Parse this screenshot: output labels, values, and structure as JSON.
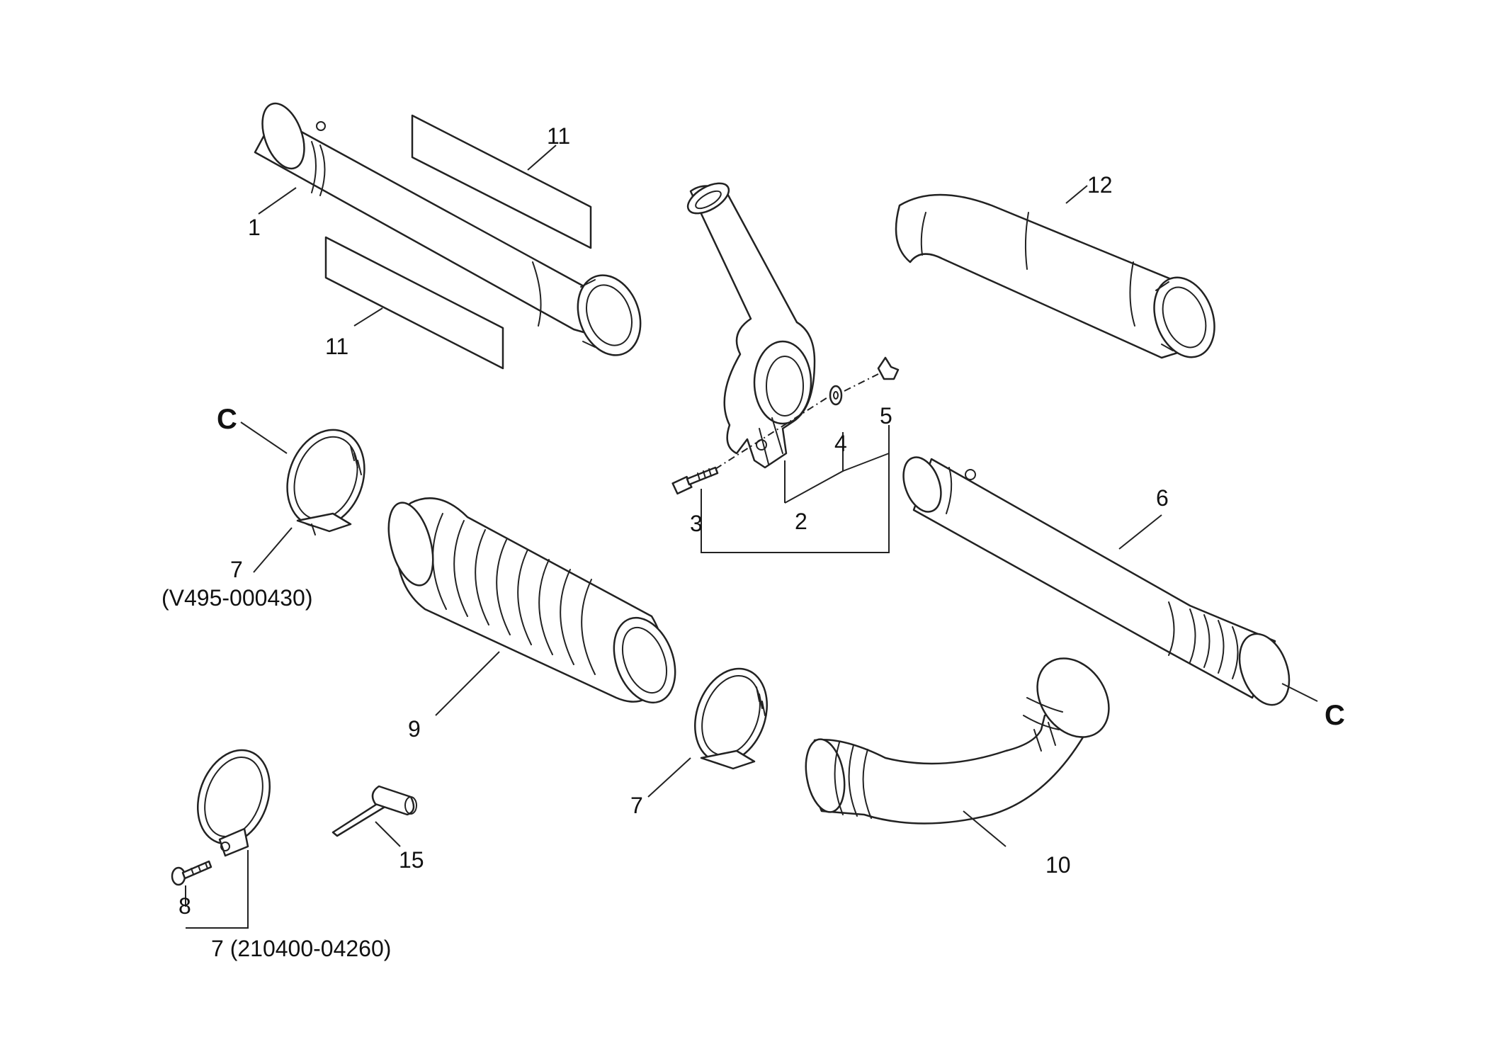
{
  "diagram": {
    "callouts": [
      {
        "id": "c1",
        "text": "1"
      },
      {
        "id": "c2",
        "text": "2"
      },
      {
        "id": "c3",
        "text": "3"
      },
      {
        "id": "c4",
        "text": "4"
      },
      {
        "id": "c5",
        "text": "5"
      },
      {
        "id": "c6",
        "text": "6"
      },
      {
        "id": "c7a",
        "text": "7"
      },
      {
        "id": "c7b",
        "text": "7"
      },
      {
        "id": "c7c",
        "text": "7 (210400-04260)"
      },
      {
        "id": "c8",
        "text": "8"
      },
      {
        "id": "c9",
        "text": "9"
      },
      {
        "id": "c10",
        "text": "10"
      },
      {
        "id": "c11a",
        "text": "11"
      },
      {
        "id": "c11b",
        "text": "11"
      },
      {
        "id": "c12",
        "text": "12"
      },
      {
        "id": "c15",
        "text": "15"
      }
    ],
    "part_number_note": "(V495-000430)",
    "reference_marks": [
      "C",
      "C"
    ]
  }
}
